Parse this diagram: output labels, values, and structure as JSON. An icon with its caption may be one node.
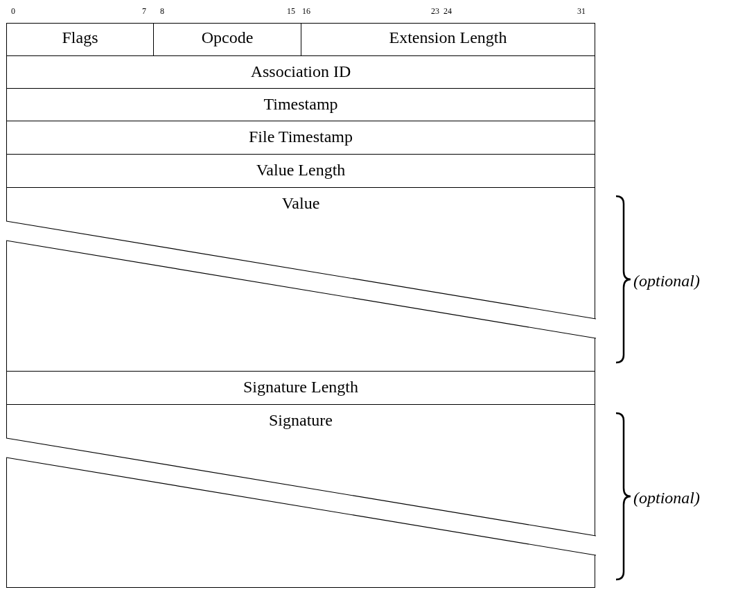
{
  "diagram": {
    "nodes": [
      {
        "text": [
          "Flags"
        ]
      },
      {
        "text": [
          "Opcode"
        ]
      },
      {
        "text": [
          "Extension Length"
        ]
      },
      {
        "text": [
          "Association ID"
        ]
      },
      {
        "text": [
          "Timestamp"
        ]
      },
      {
        "text": [
          "File Timestamp"
        ]
      },
      {
        "text": [
          "Value Length"
        ]
      },
      {
        "text": [
          "Value"
        ]
      },
      {
        "text": [
          "Signature Length"
        ]
      },
      {
        "text": [
          "Signature"
        ]
      }
    ],
    "labels": [
      "0",
      "7",
      "8",
      "15",
      "16",
      "23",
      "24",
      "31",
      "(optional)",
      "(optional)"
    ]
  }
}
